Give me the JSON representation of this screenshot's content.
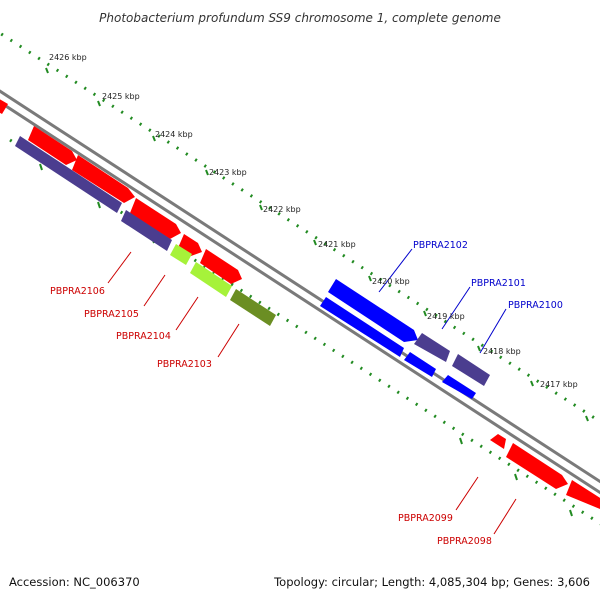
{
  "title": "Photobacterium profundum SS9 chromosome 1, complete genome",
  "footer": {
    "accession": "Accession: NC_006370",
    "summary": "Topology: circular; Length: 4,085,304 bp; Genes: 3,606"
  },
  "scale_labels": [
    "2426 kbp",
    "2425 kbp",
    "2424 kbp",
    "2423 kbp",
    "2422 kbp",
    "2421 kbp",
    "2420 kbp",
    "2419 kbp",
    "2418 kbp",
    "2417 kbp"
  ],
  "gene_labels": [
    {
      "text": "PBPRA2102",
      "color": "#0000cc"
    },
    {
      "text": "PBPRA2101",
      "color": "#0000cc"
    },
    {
      "text": "PBPRA2100",
      "color": "#0000cc"
    },
    {
      "text": "PBPRA2106",
      "color": "#cc0000"
    },
    {
      "text": "PBPRA2105",
      "color": "#cc0000"
    },
    {
      "text": "PBPRA2104",
      "color": "#cc0000"
    },
    {
      "text": "PBPRA2103",
      "color": "#cc0000"
    },
    {
      "text": "PBPRA2099",
      "color": "#cc0000"
    },
    {
      "text": "PBPRA2098",
      "color": "#cc0000"
    }
  ],
  "colors": {
    "backbone": "#808080",
    "tick": "#228b22",
    "gene_red": "#ff0000",
    "gene_blue": "#0000ff",
    "gene_purple": "#4b3d8f",
    "gene_lime": "#a6f23a",
    "gene_olive": "#6b8e23"
  }
}
